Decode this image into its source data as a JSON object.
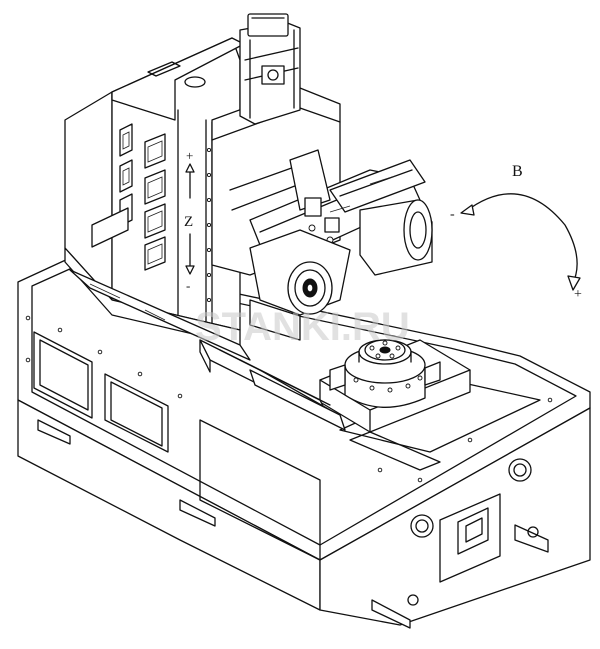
{
  "labels": {
    "axis_z": "Z",
    "axis_z_plus": "+",
    "axis_z_minus": "-",
    "axis_b": "B",
    "axis_b_minus": "-",
    "axis_b_plus": "+"
  },
  "watermark": "STANKI.RU",
  "colors": {
    "line": "#111111",
    "background": "#ffffff",
    "watermark": "#c9c9c9"
  }
}
